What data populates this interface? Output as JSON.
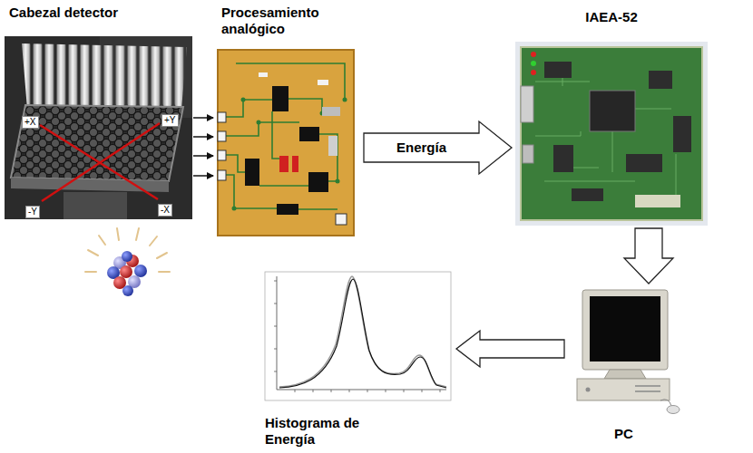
{
  "diagram": {
    "nodes": [
      {
        "text": [
          "Cabezal detector"
        ]
      },
      {
        "text": [
          "Procesamiento analógico"
        ]
      },
      {
        "text": [
          "IAEA-52"
        ]
      },
      {
        "text": [
          "Histograma de Energía"
        ]
      },
      {
        "text": [
          "PC"
        ]
      }
    ],
    "edges": [
      {
        "from": 0,
        "to": 1,
        "arrow": "to"
      },
      {
        "from": 0,
        "to": 1,
        "arrow": "to"
      },
      {
        "from": 0,
        "to": 1,
        "arrow": "to"
      },
      {
        "from": 0,
        "to": 1,
        "arrow": "to"
      },
      {
        "from": 1,
        "to": 2,
        "label": "Energía",
        "arrow": "to"
      },
      {
        "from": 2,
        "to": 4,
        "arrow": "to"
      },
      {
        "from": 4,
        "to": 3,
        "arrow": "to"
      }
    ],
    "labels": [
      "+X",
      "+Y",
      "-Y",
      "-X"
    ]
  }
}
